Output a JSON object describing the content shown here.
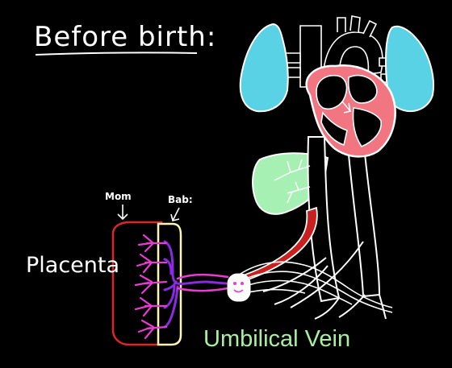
{
  "title": "Before birth:",
  "labels": {
    "mom": "Mom",
    "baby": "Bab:",
    "placenta": "Placenta",
    "umbilical_vein": "Umbilical Vein"
  },
  "colors": {
    "background": "#000000",
    "lungs": "#5ad2e6",
    "heart": "#f27582",
    "liver": "#a6f0b4",
    "maternal_blood": "#e0242a",
    "fetal_villi": "#e83cd2",
    "fetal_vessels": "#8a2be2",
    "umbilical_vein": "#c8201e",
    "umbilical_vein_label": "#a8f0a0",
    "placenta_baby_side": "#fff5b8",
    "outline": "#ffffff"
  }
}
